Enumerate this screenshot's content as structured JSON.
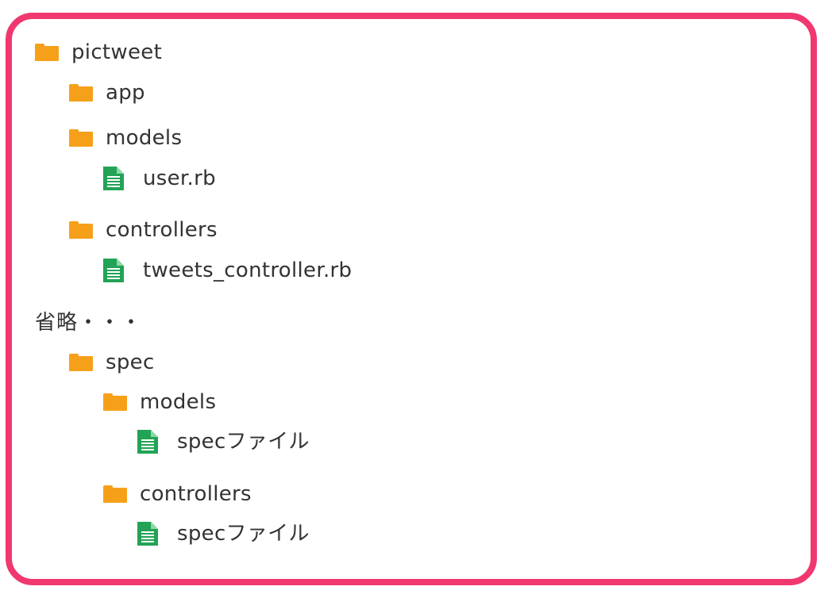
{
  "colors": {
    "border": "#f0386f",
    "folder": "#f6a01a",
    "file": "#22a356",
    "text": "#333333"
  },
  "tree": {
    "root": {
      "icon": "folder-icon",
      "label": "pictweet"
    },
    "app": {
      "icon": "folder-icon",
      "label": "app"
    },
    "models": {
      "icon": "folder-icon",
      "label": "models"
    },
    "user_rb": {
      "icon": "file-icon",
      "label": "user.rb"
    },
    "controllers": {
      "icon": "folder-icon",
      "label": "controllers"
    },
    "tweets_controller_rb": {
      "icon": "file-icon",
      "label": "tweets_controller.rb"
    },
    "omitted_note": "省略・・・",
    "spec": {
      "icon": "folder-icon",
      "label": "spec"
    },
    "spec_models": {
      "icon": "folder-icon",
      "label": "models"
    },
    "spec_models_file": {
      "icon": "file-icon",
      "label": "specファイル"
    },
    "spec_controllers": {
      "icon": "folder-icon",
      "label": "controllers"
    },
    "spec_controllers_file": {
      "icon": "file-icon",
      "label": "specファイル"
    }
  }
}
